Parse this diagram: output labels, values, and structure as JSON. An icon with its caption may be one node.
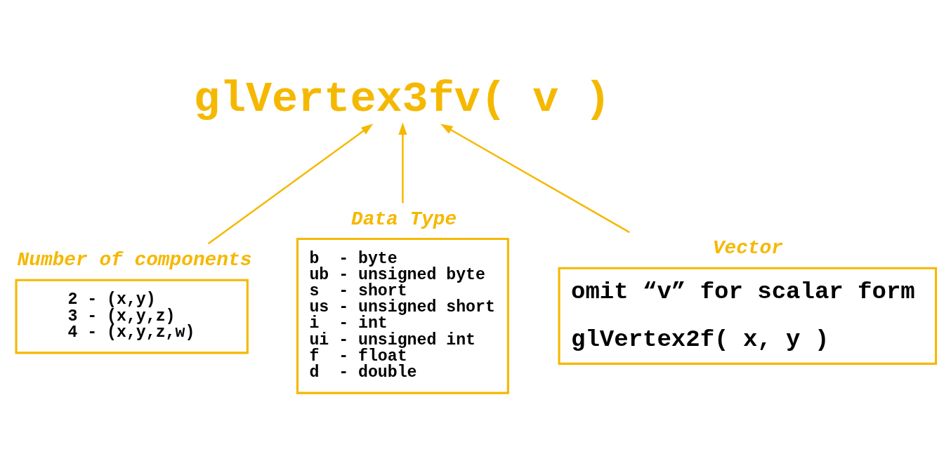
{
  "diagram": {
    "nodes": [
      {
        "text": [
          "glVertex3fv( v )"
        ]
      },
      {
        "text": [
          "Number of components",
          "2 - (x,y)",
          "3 - (x,y,z)",
          "4 - (x,y,z,w)"
        ]
      },
      {
        "text": [
          "Data Type",
          "b  - byte",
          "ub - unsigned byte",
          "s  - short",
          "us - unsigned short",
          "i  - int",
          "ui - unsigned int",
          "f  - float",
          "d  - double"
        ]
      },
      {
        "text": [
          "Vector",
          "omit “v” for scalar form",
          "glVertex2f( x, y )"
        ]
      }
    ],
    "edges": [
      {
        "from": 1,
        "to": 0,
        "arrow": "to"
      },
      {
        "from": 2,
        "to": 0,
        "arrow": "to"
      },
      {
        "from": 3,
        "to": 0,
        "arrow": "to"
      }
    ]
  }
}
